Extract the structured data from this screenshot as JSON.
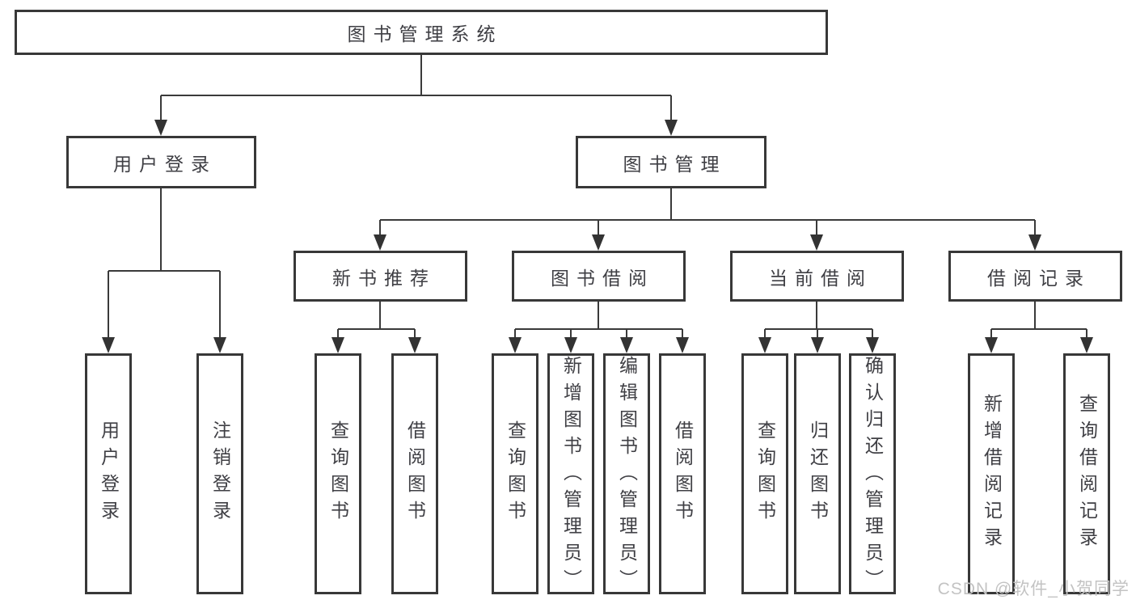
{
  "diagram": {
    "root": {
      "label": "图书管理系统",
      "children": [
        {
          "label": "用户登录",
          "children": [
            {
              "label": "用户登录"
            },
            {
              "label": "注销登录"
            }
          ]
        },
        {
          "label": "图书管理",
          "children": [
            {
              "label": "新书推荐",
              "children": [
                {
                  "label": "查询图书"
                },
                {
                  "label": "借阅图书"
                }
              ]
            },
            {
              "label": "图书借阅",
              "children": [
                {
                  "label": "查询图书"
                },
                {
                  "label": "新增图书（管理员）"
                },
                {
                  "label": "编辑图书（管理员）"
                },
                {
                  "label": "借阅图书"
                }
              ]
            },
            {
              "label": "当前借阅",
              "children": [
                {
                  "label": "查询图书"
                },
                {
                  "label": "归还图书"
                },
                {
                  "label": "确认归还（管理员）"
                }
              ]
            },
            {
              "label": "借阅记录",
              "children": [
                {
                  "label": "新增借阅记录"
                },
                {
                  "label": "查询借阅记录"
                }
              ]
            }
          ]
        }
      ]
    }
  },
  "watermark": {
    "text": "CSDN @软件_小贺同学"
  },
  "colors": {
    "line": "#3a3a3a",
    "text": "#3f3f44",
    "watermark": "#c3c3c3"
  }
}
